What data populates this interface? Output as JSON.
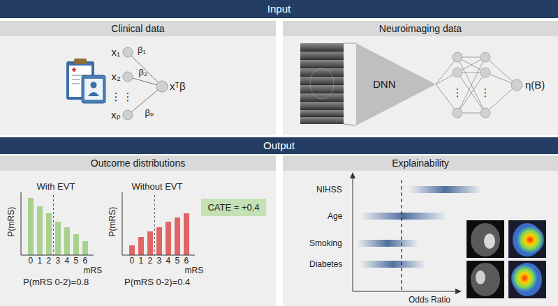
{
  "diagram": {
    "nodes": [
      {
        "text": [
          "Input"
        ]
      },
      {
        "text": [
          "Clinical data"
        ]
      },
      {
        "text": [
          "Neuroimaging data"
        ]
      },
      {
        "text": [
          "DNN"
        ],
        "in": 2
      },
      {
        "text": [
          "Output"
        ]
      },
      {
        "text": [
          "Outcome distributions"
        ]
      },
      {
        "text": [
          "CATE = +0.4"
        ],
        "in": 5
      },
      {
        "text": [
          "Explainability"
        ]
      }
    ],
    "labels": [
      "x₁",
      "x₂",
      "⋮",
      "xₚ",
      "⋮",
      "β₁",
      "β₂",
      "βₚ",
      "xᵀβ",
      "⋮",
      "⋮",
      "η(B)",
      "With EVT",
      "P(mRS)",
      "0",
      "1",
      "2",
      "3",
      "4",
      "5",
      "6",
      "mRS",
      "P(mRS 0-2)=0.8",
      "Without EVT",
      "P(mRS)",
      "0",
      "1",
      "2",
      "3",
      "4",
      "5",
      "6",
      "mRS",
      "P(mRS 0-2)=0.4",
      "NIHSS",
      "Age",
      "Smoking",
      "Diabetes",
      "Odds Ratio"
    ]
  }
}
